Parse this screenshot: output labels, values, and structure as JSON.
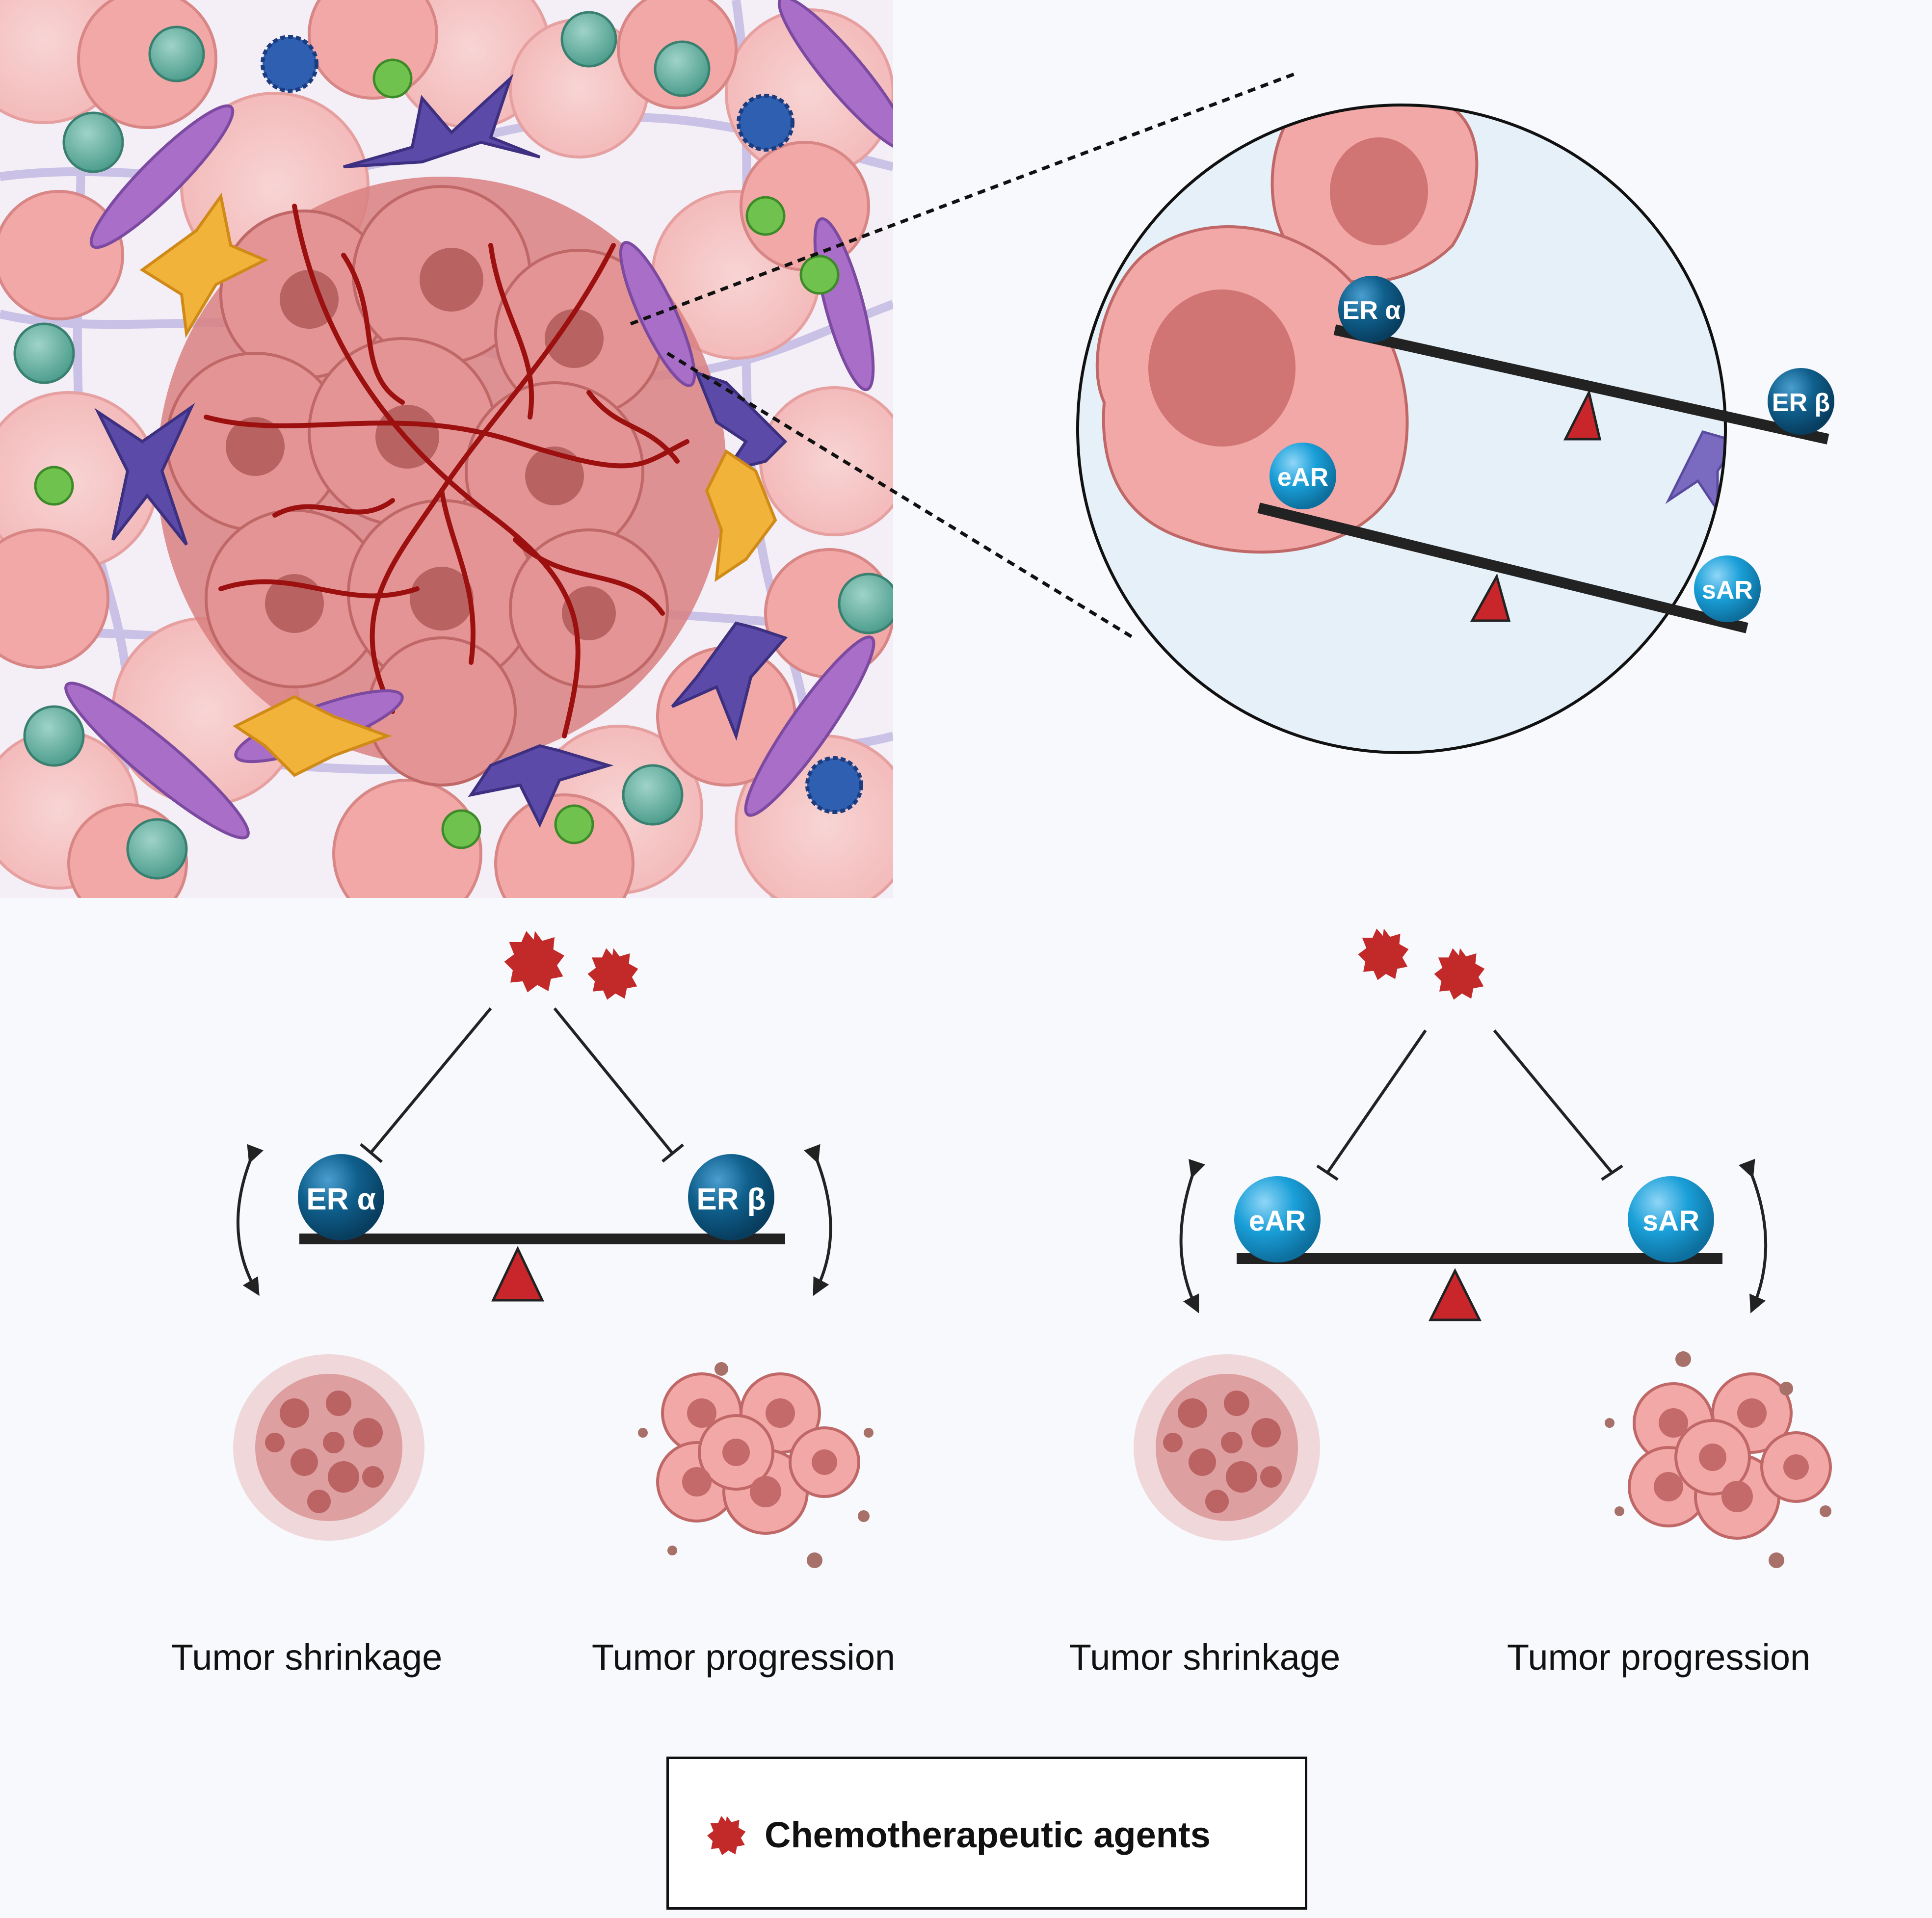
{
  "receptors": {
    "er_alpha": "ER α",
    "er_beta": "ER β",
    "e_ar": "eAR",
    "s_ar": "sAR"
  },
  "outcomes": {
    "left_shrinkage": "Tumor shrinkage",
    "left_progression": "Tumor progression",
    "right_shrinkage": "Tumor shrinkage",
    "right_progression": "Tumor progression"
  },
  "legend": {
    "label": "Chemotherapeutic agents"
  },
  "colors": {
    "er_receptor": "#0f5f8c",
    "ar_receptor": "#1a9fd8",
    "fulcrum": "#c8262b",
    "chemo": "#c22a2a",
    "tumor_pink": "#f2a8a6",
    "vessel": "#9c1010",
    "circle_bg": "#e6f0f8"
  }
}
